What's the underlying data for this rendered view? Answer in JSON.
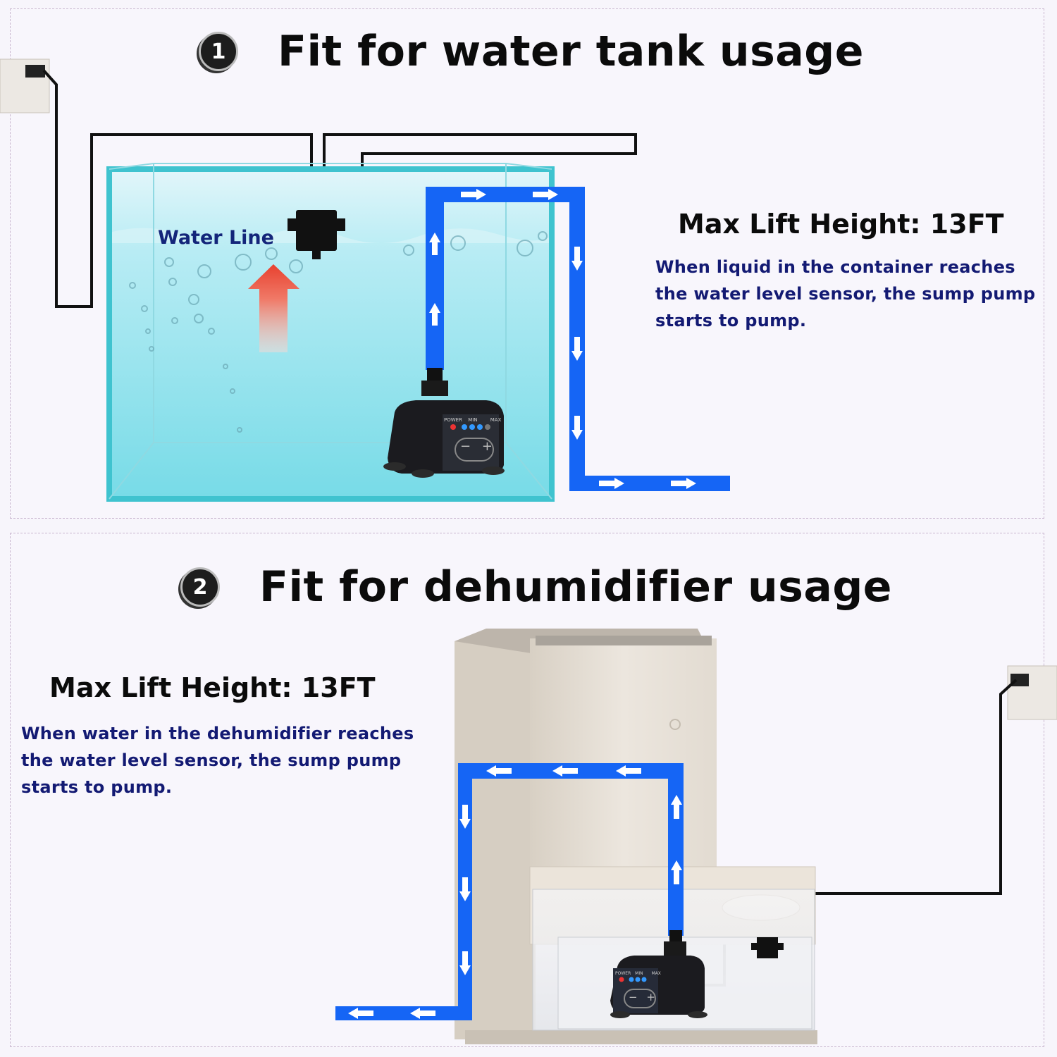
{
  "section1": {
    "number": "1",
    "title": "Fit for water tank usage",
    "max_lift": "Max Lift Height: 13FT",
    "description": [
      "When liquid in the container reaches",
      "the water level sensor, the sump pump",
      "starts to pump."
    ],
    "water_line_label": "Water Line"
  },
  "section2": {
    "number": "2",
    "title": "Fit for dehumidifier usage",
    "max_lift": "Max Lift Height: 13FT",
    "description": [
      "When water in the dehumidifier reaches",
      "the water level sensor, the sump pump",
      "starts to pump."
    ]
  },
  "pump_panel": {
    "power_label": "POWER",
    "min_label": "MIN",
    "max_label": "MAX",
    "minus": "−",
    "plus": "+"
  },
  "colors": {
    "pipe": "#1565f5",
    "tank_edge": "#3fc3cf",
    "text_blue": "#131a73"
  }
}
